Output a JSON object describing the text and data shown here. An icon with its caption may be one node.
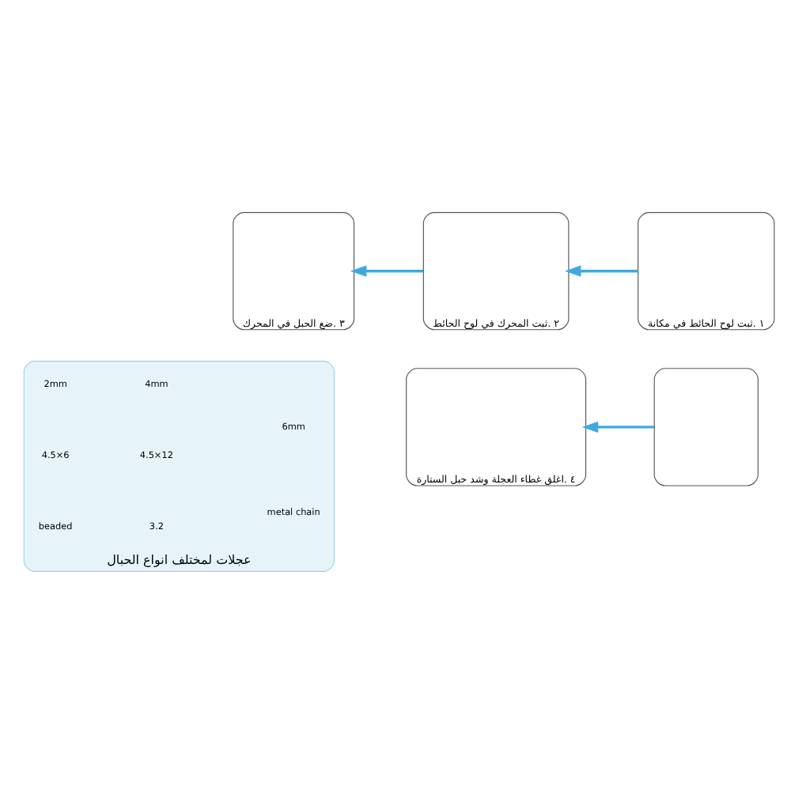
{
  "diagram": {
    "nodes": [
      {
        "text": [
          "١ .ثبت لوح الحائط في مكانة"
        ]
      },
      {
        "text": [
          "٢ .ثبت المحرك في لوح الحائط"
        ]
      },
      {
        "text": [
          "٣ .ضع الحبل في المحرك"
        ]
      },
      {
        "text": [],
        "shape": "box"
      },
      {
        "text": [
          "٤ .اغلق غطاء العجلة وشد حبل الستارة"
        ]
      },
      {
        "text": [
          "عجلات لمختلف انواع الحبال"
        ]
      }
    ],
    "edges": [
      {
        "from": 0,
        "to": 1,
        "arrow": "to"
      },
      {
        "from": 1,
        "to": 2,
        "arrow": "to"
      },
      {
        "from": 3,
        "to": 4,
        "arrow": "to"
      }
    ],
    "labels": [
      "2mm",
      "4mm",
      "6mm",
      "4.5×6",
      "4.5×12",
      "metal chain",
      "beaded",
      "3.2"
    ]
  }
}
